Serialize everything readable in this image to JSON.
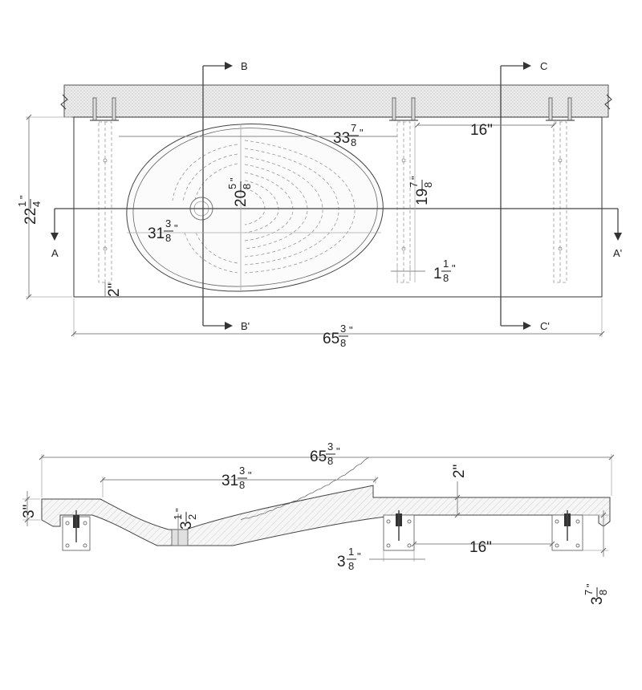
{
  "section_labels": {
    "a": "A",
    "a_prime": "A'",
    "b": "B",
    "b_prime": "B'",
    "c": "C",
    "c_prime": "C'"
  },
  "top_view": {
    "dimensions": {
      "overall_length": {
        "whole": "65",
        "num": "3",
        "den": "8",
        "unit": "\""
      },
      "depth": {
        "whole": "22",
        "num": "1",
        "den": "4",
        "unit": "\""
      },
      "bowl_length": {
        "whole": "31",
        "num": "3",
        "den": "8",
        "unit": "\""
      },
      "bowl_width": {
        "whole": "20",
        "num": "5",
        "den": "8",
        "unit": "\""
      },
      "bowl_to_bracket": {
        "whole": "33",
        "num": "7",
        "den": "8",
        "unit": "\""
      },
      "bracket_spacing": {
        "text": "16\""
      },
      "bracket_length": {
        "whole": "19",
        "num": "7",
        "den": "8",
        "unit": "\""
      },
      "bracket_width": {
        "whole": "1",
        "num": "1",
        "den": "8",
        "unit": "\""
      },
      "bracket_offset": {
        "text": "2\""
      }
    }
  },
  "section_view": {
    "dimensions": {
      "overall_length": {
        "whole": "65",
        "num": "3",
        "den": "8",
        "unit": "\""
      },
      "bowl_length": {
        "whole": "31",
        "num": "3",
        "den": "8",
        "unit": "\""
      },
      "thickness": {
        "text": "2\""
      },
      "edge_height": {
        "text": "3\""
      },
      "drain_depth": {
        "whole": "3",
        "num": "1",
        "den": "2",
        "unit": "\""
      },
      "bracket_spacing": {
        "text": "16\""
      },
      "plate_width": {
        "whole": "3",
        "num": "1",
        "den": "8",
        "unit": "\""
      },
      "plate_height": {
        "whole": "3",
        "num": "7",
        "den": "8",
        "unit": "\""
      }
    }
  }
}
